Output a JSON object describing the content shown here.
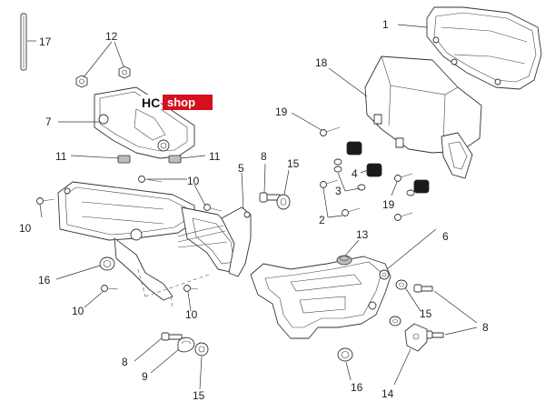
{
  "logo": {
    "prefix": "HC",
    "suffix": "shop",
    "accent_color": "#d6101e"
  },
  "callouts": [
    {
      "id": "c1",
      "label": "1"
    },
    {
      "id": "c2",
      "label": "2"
    },
    {
      "id": "c3",
      "label": "3"
    },
    {
      "id": "c4",
      "label": "4"
    },
    {
      "id": "c5",
      "label": "5"
    },
    {
      "id": "c6",
      "label": "6"
    },
    {
      "id": "c7",
      "label": "7"
    },
    {
      "id": "c8a",
      "label": "8"
    },
    {
      "id": "c8b",
      "label": "8"
    },
    {
      "id": "c8c",
      "label": "8"
    },
    {
      "id": "c9",
      "label": "9"
    },
    {
      "id": "c10a",
      "label": "10"
    },
    {
      "id": "c10b",
      "label": "10"
    },
    {
      "id": "c10c",
      "label": "10"
    },
    {
      "id": "c10d",
      "label": "10"
    },
    {
      "id": "c11a",
      "label": "11"
    },
    {
      "id": "c11b",
      "label": "11"
    },
    {
      "id": "c12",
      "label": "12"
    },
    {
      "id": "c13",
      "label": "13"
    },
    {
      "id": "c14",
      "label": "14"
    },
    {
      "id": "c15a",
      "label": "15"
    },
    {
      "id": "c15b",
      "label": "15"
    },
    {
      "id": "c15c",
      "label": "15"
    },
    {
      "id": "c16a",
      "label": "16"
    },
    {
      "id": "c16b",
      "label": "16"
    },
    {
      "id": "c17",
      "label": "17"
    },
    {
      "id": "c18",
      "label": "18"
    },
    {
      "id": "c19a",
      "label": "19"
    },
    {
      "id": "c19b",
      "label": "19"
    }
  ]
}
